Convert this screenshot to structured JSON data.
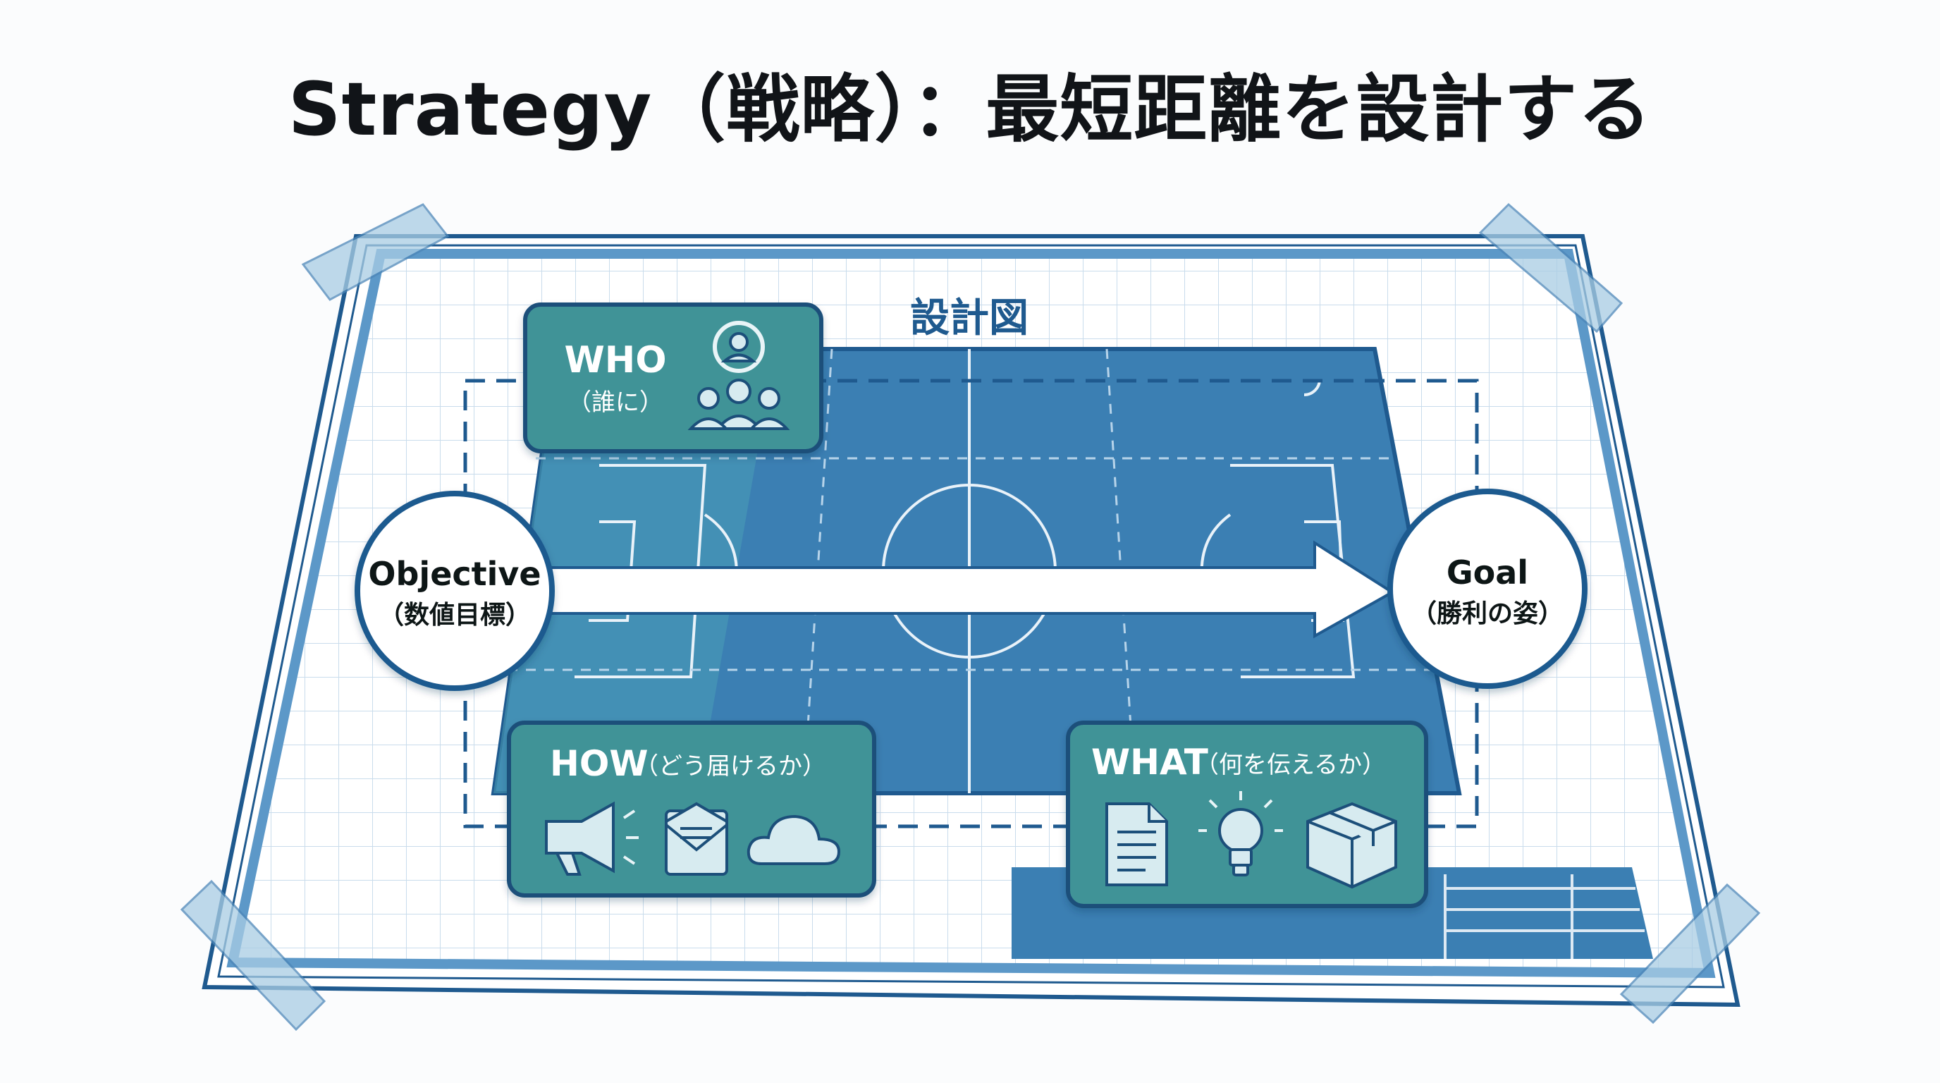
{
  "title": "Strategy（戦略）：最短距離を設計する",
  "blueprint_label": "設計図",
  "objective": {
    "label": "Objective",
    "sub": "（数値目標）"
  },
  "goal": {
    "label": "Goal",
    "sub": "（勝利の姿）"
  },
  "who": {
    "label": "WHO",
    "sub": "（誰に）",
    "icon": "target-user-group-icon"
  },
  "how": {
    "label": "HOW",
    "sub": "（どう届けるか）",
    "icons": [
      "megaphone-icon",
      "envelope-icon",
      "cloud-icon"
    ]
  },
  "what": {
    "label": "WHAT",
    "sub": "（何を伝えるか）",
    "icons": [
      "document-icon",
      "lightbulb-icon",
      "package-icon"
    ]
  },
  "colors": {
    "field": "#3b7fb3",
    "card": "#3f9397",
    "card_border": "#1d4f7a",
    "outline": "#1f5a8f",
    "grid": "#c9dcec",
    "tape": "#a9cde4"
  }
}
